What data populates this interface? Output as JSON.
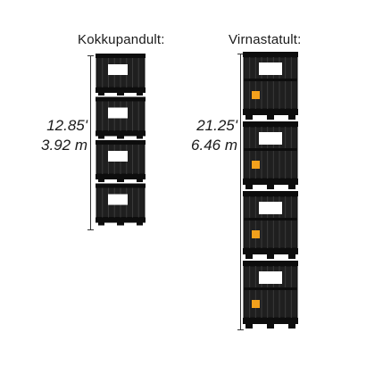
{
  "stacks": {
    "collapsed": {
      "label": "Kokkupandult:",
      "height_ft": "12.85'",
      "height_m": "3.92 m",
      "units": 4
    },
    "expanded": {
      "label": "Virnastatult:",
      "height_ft": "21.25'",
      "height_m": "6.46 m",
      "units": 4
    }
  },
  "colors": {
    "crate": "#1f1f1f",
    "crate_dark": "#0d0d0d",
    "label_patch": "#ffffff",
    "accent": "#f3a11c",
    "line": "#333333"
  }
}
